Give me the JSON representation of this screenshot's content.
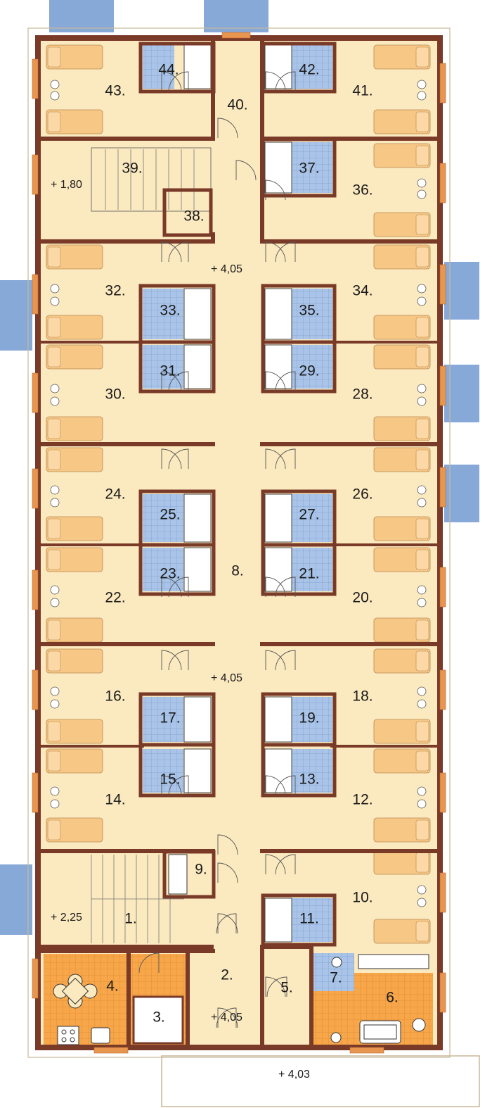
{
  "colors": {
    "wall": "#7a3a28",
    "room_fill": "#fbe9bf",
    "corridor_fill": "#fbe9bf",
    "bath_tile": "#a9c4e8",
    "bath_grid": "#7f9fcc",
    "bed_fill": "#f7c785",
    "terrace_tile": "#f7a64a",
    "balcony_blue": "#86a9d8",
    "window_orange": "#e8964f",
    "line_dark": "#1a1a1a"
  },
  "room_labels": [
    "1.",
    "2.",
    "3.",
    "4.",
    "5.",
    "6.",
    "7.",
    "8.",
    "9.",
    "10.",
    "11.",
    "12.",
    "13.",
    "14.",
    "15.",
    "16.",
    "17.",
    "18.",
    "19.",
    "20.",
    "21.",
    "22.",
    "23.",
    "24.",
    "25.",
    "26.",
    "27.",
    "28.",
    "29.",
    "30.",
    "31.",
    "32.",
    "33.",
    "34.",
    "35.",
    "36.",
    "37.",
    "38.",
    "39.",
    "40.",
    "41.",
    "42.",
    "43.",
    "44."
  ],
  "levels": [
    "+ 1,80",
    "+ 4,05",
    "+ 4,05",
    "+ 2,25",
    "+ 4,05",
    "+ 4,03"
  ],
  "icons": [
    "bed-icon",
    "armchair-icon",
    "toilet-icon",
    "sink-icon",
    "shower-icon",
    "door-swing-icon",
    "stair-icon",
    "dining-table-icon",
    "sofa-icon",
    "stove-icon",
    "level-mark-icon"
  ]
}
